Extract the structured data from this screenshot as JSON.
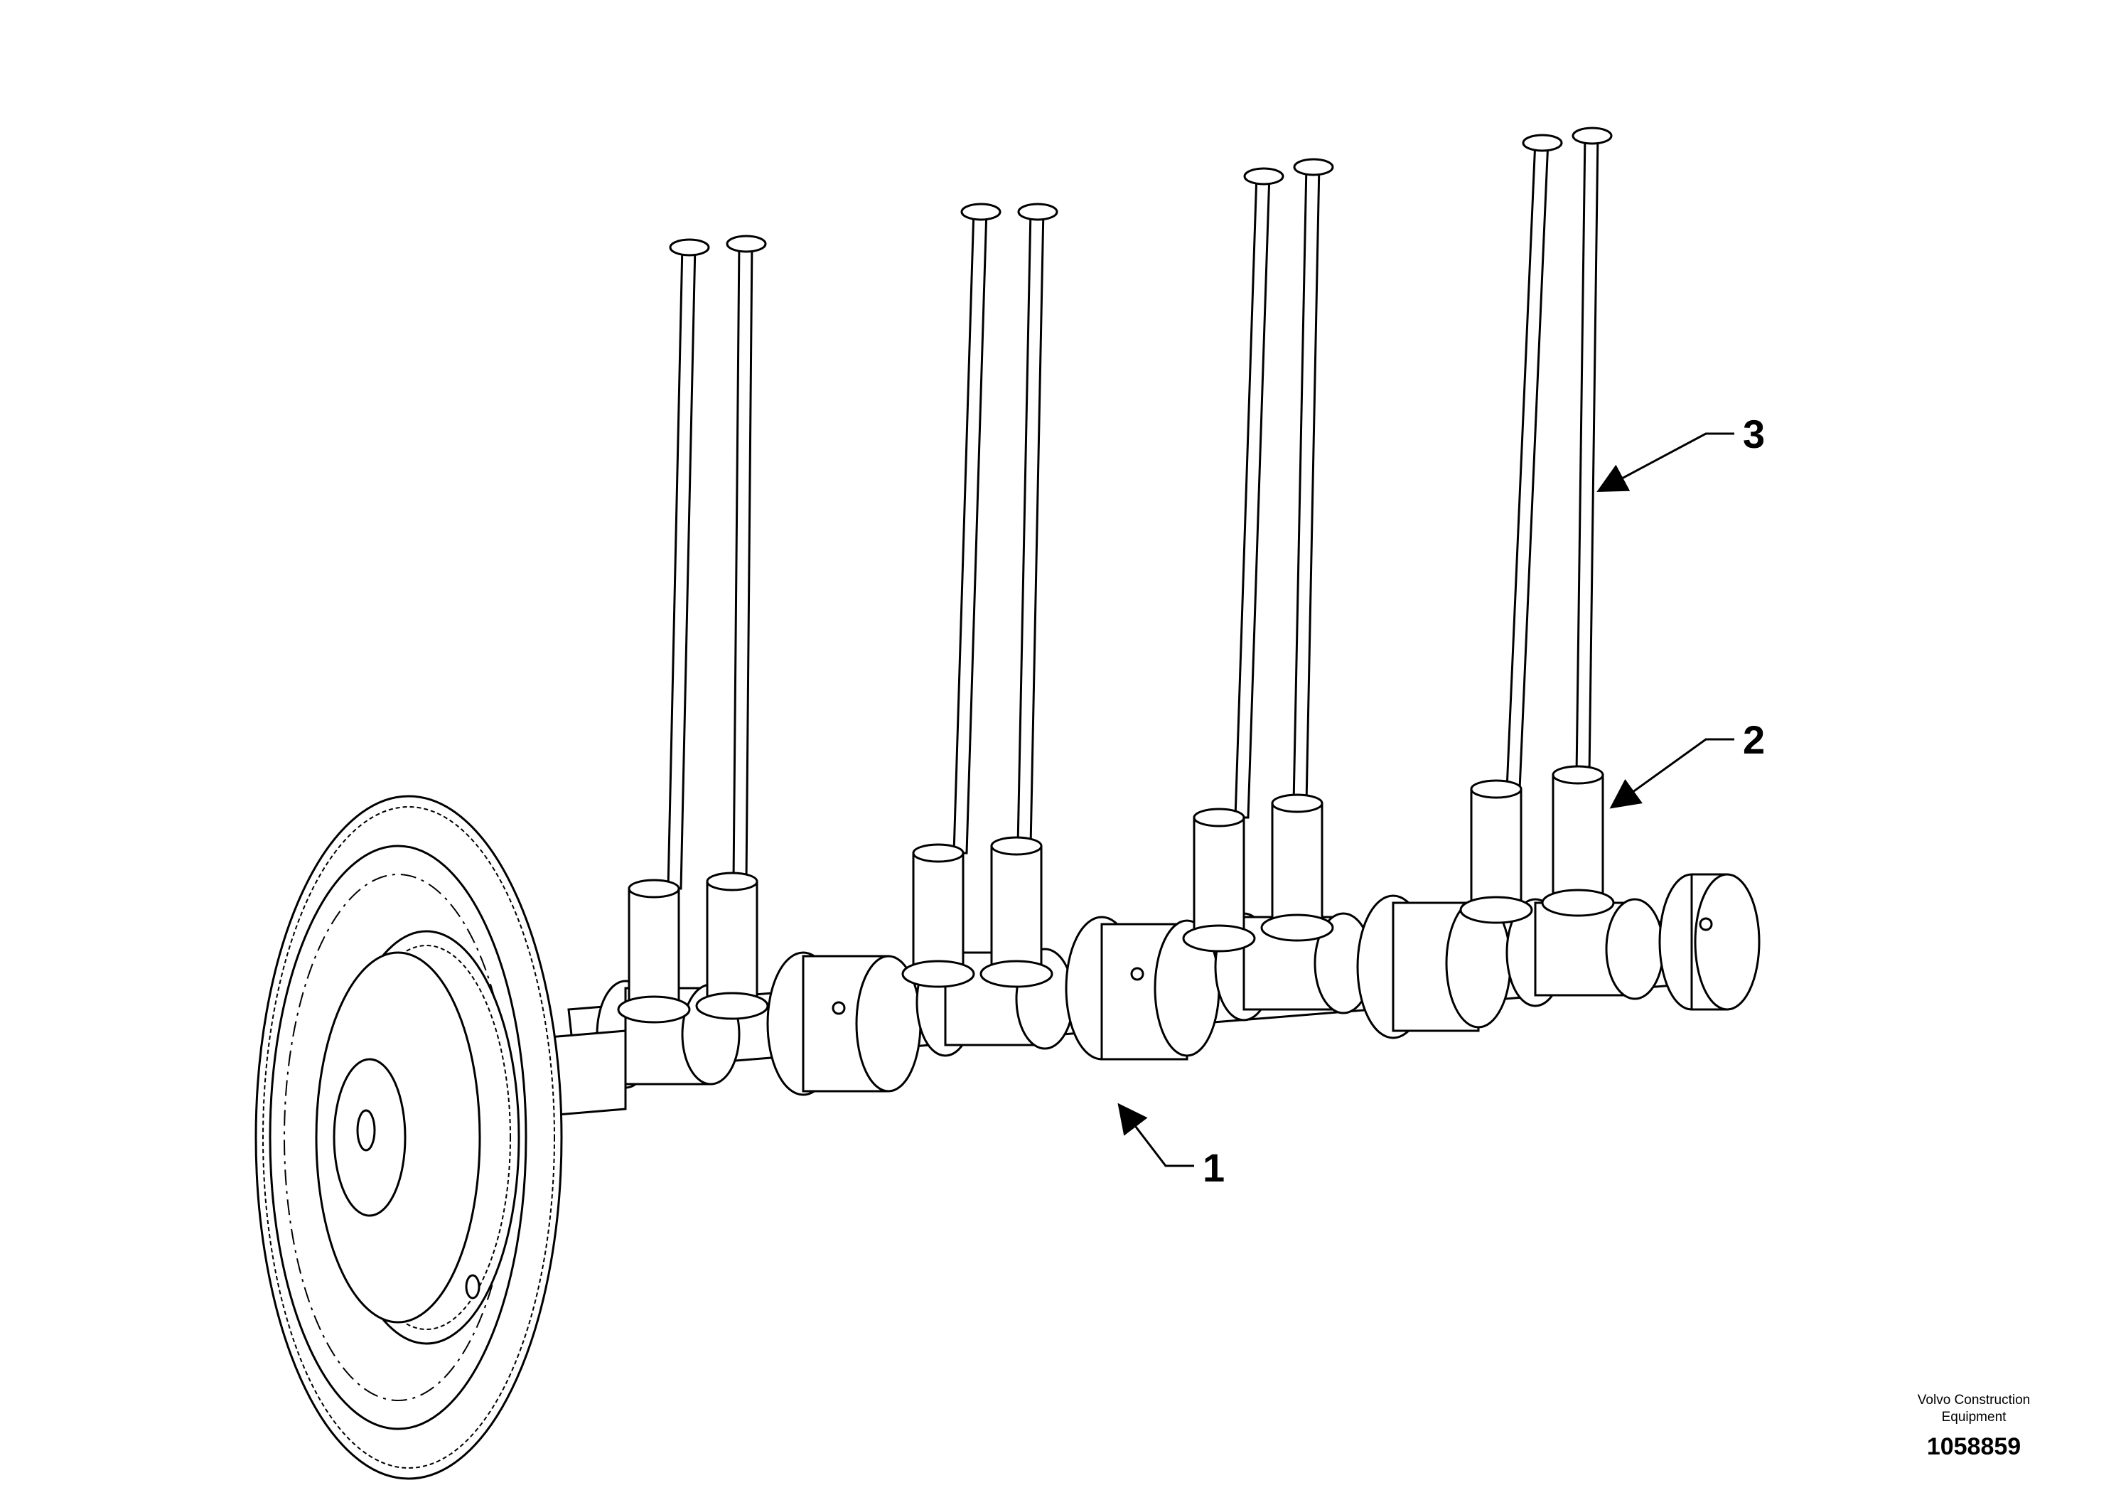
{
  "callouts": [
    {
      "label": "1",
      "part": "camshaft"
    },
    {
      "label": "2",
      "part": "valve-tappet"
    },
    {
      "label": "3",
      "part": "push-rod"
    }
  ],
  "footer": {
    "company_line1": "Volvo Construction",
    "company_line2": "Equipment",
    "illustration_number": "1058859"
  }
}
